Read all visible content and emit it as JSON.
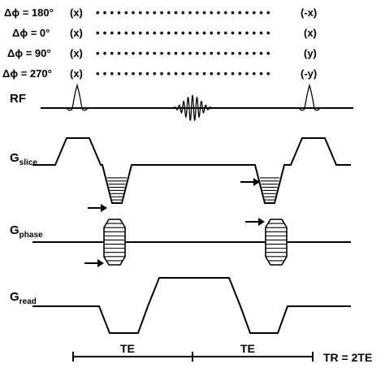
{
  "phase_cycling": [
    {
      "label": "Δϕ = 180°",
      "first": "(x)",
      "last": "(-x)"
    },
    {
      "label": "Δϕ = 0°",
      "first": "(x)",
      "last": "(x)"
    },
    {
      "label": "Δϕ = 90°",
      "first": "(x)",
      "last": "(y)"
    },
    {
      "label": "Δϕ = 270°",
      "first": "(x)",
      "last": "(-y)"
    }
  ],
  "dots": "•••••••••••••••••••••••••",
  "channels": {
    "rf": "RF",
    "slice": {
      "main": "G",
      "sub": "slice"
    },
    "phase": {
      "main": "G",
      "sub": "phase"
    },
    "read": {
      "main": "G",
      "sub": "read"
    }
  },
  "timing": {
    "te1": "TE",
    "te2": "TE",
    "tr": "TR = 2TE"
  }
}
